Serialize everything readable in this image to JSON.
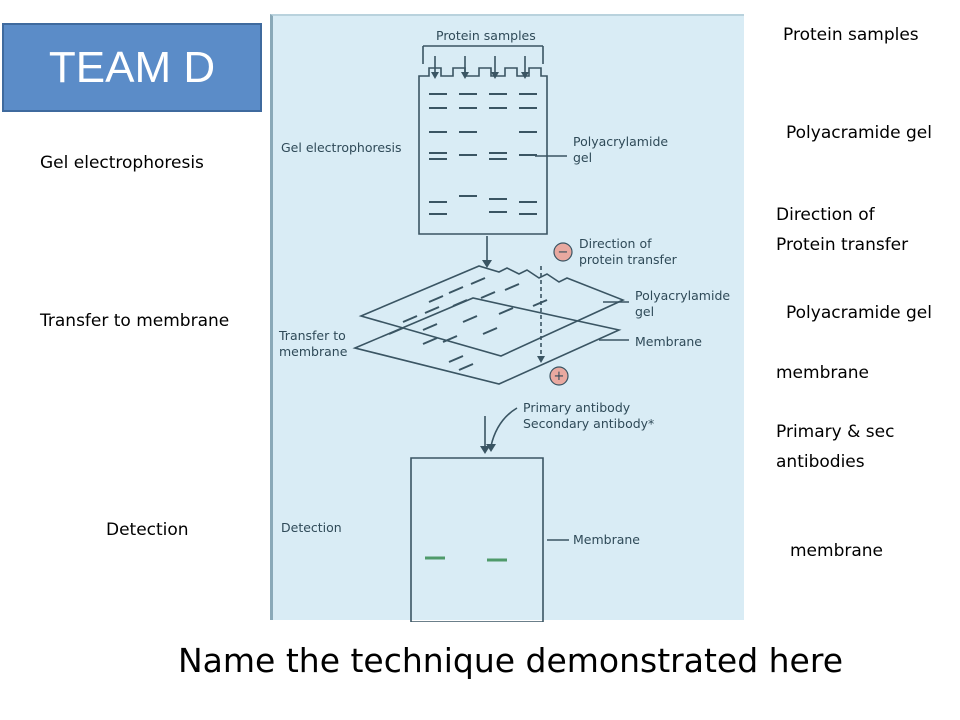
{
  "badge": {
    "text": "TEAM D"
  },
  "left_labels": {
    "gel_electrophoresis": "Gel electrophoresis",
    "transfer": "Transfer to membrane",
    "detection": "Detection"
  },
  "right_labels": {
    "protein_samples": "Protein samples",
    "gel_1": "Polyacramide gel",
    "direction_line1": "Direction of",
    "direction_line2": "Protein transfer",
    "gel_2": "Polyacramide gel",
    "membrane_1": "membrane",
    "antibodies_line1": "Primary & sec",
    "antibodies_line2": "antibodies",
    "membrane_2": "membrane"
  },
  "figure": {
    "protein_samples": "Protein samples",
    "gel_electrophoresis": "Gel electrophoresis",
    "polyacrylamide_1_line1": "Polyacrylamide",
    "polyacrylamide_1_line2": "gel",
    "minus_sign": "−",
    "direction_line1": "Direction of",
    "direction_line2": "protein transfer",
    "polyacrylamide_2_line1": "Polyacrylamide",
    "polyacrylamide_2_line2": "gel",
    "transfer_line1": "Transfer to",
    "transfer_line2": "membrane",
    "membrane_1": "Membrane",
    "plus_sign": "+",
    "primary_antibody": "Primary antibody",
    "secondary_antibody": "Secondary antibody*",
    "detection": "Detection",
    "membrane_2": "Membrane"
  },
  "colors": {
    "badge_fill": "#5b8cc8",
    "photo_background": "#d9ecf5",
    "ink": "#2f4a58",
    "sign_circle": "#e9a9a0",
    "detected_band": "#4f9a6a"
  },
  "question": "Name the technique demonstrated here"
}
